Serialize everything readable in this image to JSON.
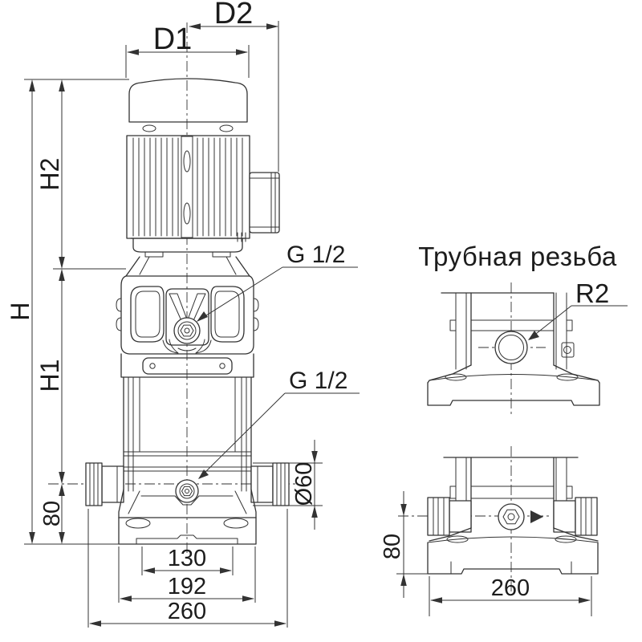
{
  "drawing": {
    "main_view": {
      "dim_d1": "D1",
      "dim_d2": "D2",
      "dim_h": "H",
      "dim_h2": "H2",
      "dim_h1": "H1",
      "dim_port_height": "80",
      "dim_port_diameter": "Ø60",
      "dim_bolt_spacing": "130",
      "dim_flange_width": "192",
      "dim_port_span": "260",
      "label_vent_plug": "G 1/2",
      "label_drain_plug": "G 1/2"
    },
    "side_view": {
      "title": "Трубная резьба",
      "label_pipe_thread": "R2",
      "dim_port_height": "80",
      "dim_base_width": "260"
    },
    "colors": {
      "line": "#333333",
      "text": "#1c1c1c",
      "background": "#ffffff"
    }
  }
}
